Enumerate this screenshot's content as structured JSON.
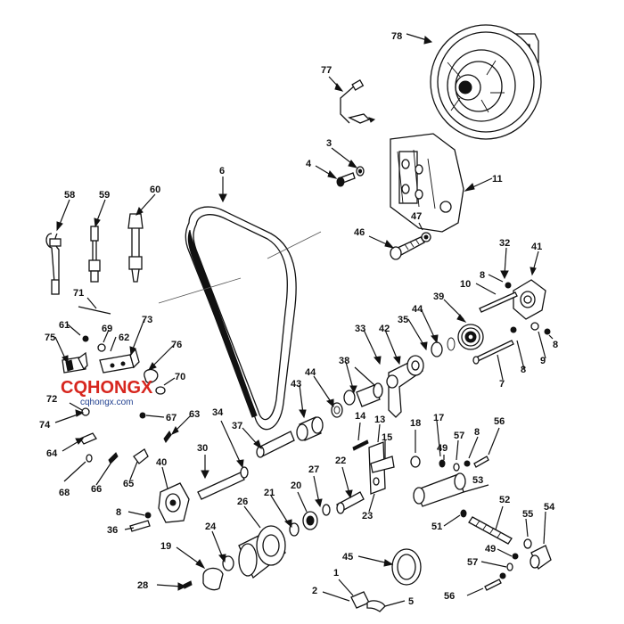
{
  "watermark": {
    "brand": "CQHONGX",
    "url": "cqhongx.com",
    "brand_color": "#1f3f8f",
    "accent_color": "#d7261e"
  },
  "callouts": {
    "c78": "78",
    "c77": "77",
    "c3": "3",
    "c4": "4",
    "c11": "11",
    "c6": "6",
    "c47": "47",
    "c46": "46",
    "c58": "58",
    "c59": "59",
    "c60": "60",
    "c32": "32",
    "c41": "41",
    "c8a": "8",
    "c10": "10",
    "c39": "39",
    "c71": "71",
    "c44a": "44",
    "c35": "35",
    "c8b": "8",
    "c61": "61",
    "c69": "69",
    "c73": "73",
    "c62": "62",
    "c33": "33",
    "c42": "42",
    "c9": "9",
    "c75": "75",
    "c76": "76",
    "c8c": "8",
    "c38": "38",
    "c7": "7",
    "c70": "70",
    "c44b": "44",
    "c72": "72",
    "c43": "43",
    "c74": "74",
    "c67": "67",
    "c63": "63",
    "c14": "14",
    "c13": "13",
    "c18": "18",
    "c17": "17",
    "c56a": "56",
    "c37": "37",
    "c57a": "57",
    "c8d": "8",
    "c64": "64",
    "c34": "34",
    "c15": "15",
    "c49a": "49",
    "c30": "30",
    "c68": "68",
    "c66": "66",
    "c65": "65",
    "c40": "40",
    "c22": "22",
    "c27": "27",
    "c53": "53",
    "c21": "21",
    "c20": "20",
    "c26": "26",
    "c23": "23",
    "c52": "52",
    "c55": "55",
    "c54": "54",
    "c8e": "8",
    "c36": "36",
    "c51": "51",
    "c19": "19",
    "c24": "24",
    "c49b": "49",
    "c45": "45",
    "c57b": "57",
    "c1": "1",
    "c28": "28",
    "c2": "2",
    "c5": "5",
    "c56b": "56"
  }
}
